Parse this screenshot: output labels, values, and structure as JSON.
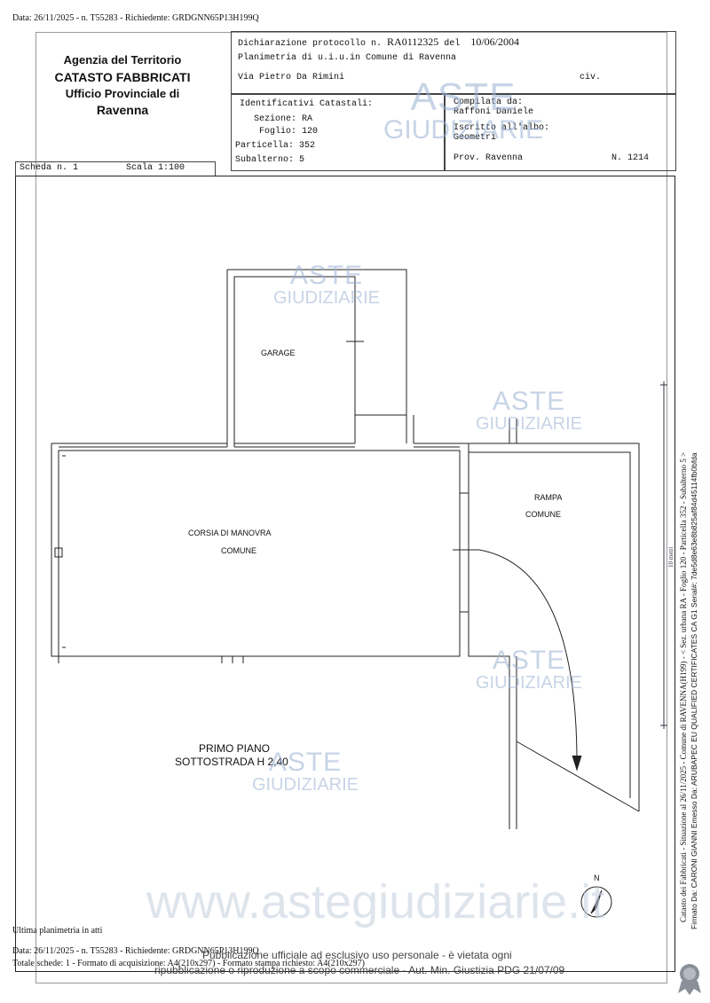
{
  "top_line": "Data: 26/11/2025 - n. T55283 - Richiedente: GRDGNN65P13H199Q",
  "agency": {
    "name": "Agenzia del Territorio",
    "service": "CATASTO FABBRICATI",
    "office": "Ufficio Provinciale di",
    "city": "Ravenna"
  },
  "header": {
    "declaration": "Dichiarazione protocollo n.",
    "protocol": "RA0112325",
    "del_label": "del",
    "date": "10/06/2004",
    "planimetria": "Planimetria di u.i.u.in Comune di Ravenna",
    "address": "Via Pietro Da Rimini",
    "civ_label": "civ."
  },
  "identifiers": {
    "title": "Identificativi Catastali:",
    "sezione_label": "Sezione:",
    "sezione": "RA",
    "foglio_label": "Foglio:",
    "foglio": "120",
    "particella_label": "Particella:",
    "particella": "352",
    "subalterno_label": "Subalterno:",
    "subalterno": "5"
  },
  "compiler": {
    "label": "Compilata da:",
    "name": "Raffoni Daniele",
    "albo_label": "Iscritto all'albo:",
    "albo": "Geometri",
    "prov": "Prov. Ravenna",
    "num": "N. 1214"
  },
  "scheda": {
    "label": "Scheda n. 1",
    "scala": "Scala 1:100"
  },
  "rooms": {
    "garage": "GARAGE",
    "corsia_1": "CORSIA DI MANOVRA",
    "corsia_2": "COMUNE",
    "rampa_1": "RAMPA",
    "rampa_2": "COMUNE",
    "piano_1": "PRIMO PIANO",
    "piano_2": "SOTTOSTRADA H 2,40"
  },
  "north": "N",
  "watermark": {
    "aste": "ASTE",
    "giudiziarie": "GIUDIZIARIE",
    "site": "www.astegiudiziarie.it"
  },
  "footer": {
    "ultima": "Ultima planimetria in atti",
    "data": "Data: 26/11/2025 - n. T55283 - Richiedente: GRDGNN65P13H199Q",
    "totale": "Totale schede: 1 - Formato di acquisizione: A4(210x297) - Formato stampa richiesto: A4(210x297)",
    "pub1": "Pubblicazione ufficiale ad esclusivo uso personale - è vietata ogni",
    "pub2": "ripubblicazione o riproduzione a scopo commerciale - Aut. Min. Giustizia PDG 21/07/09"
  },
  "side": {
    "line1": "Catasto dei Fabbricati - Situazione al 26/11/2025 - Comune di RAVENNA(H199) - < Sez. urbana RA - Foglio 120 - Particella 352 - Subalterno 5 >",
    "line2": "Firmato Da: CARONI GIANNI Emesso Da: ARUBAPEC EU QUALIFIED CERTIFICATES CA G1 Serial#: 7de5d8e63e8b825af84d45114fb0bfda",
    "scale_mark": "10 metri"
  }
}
